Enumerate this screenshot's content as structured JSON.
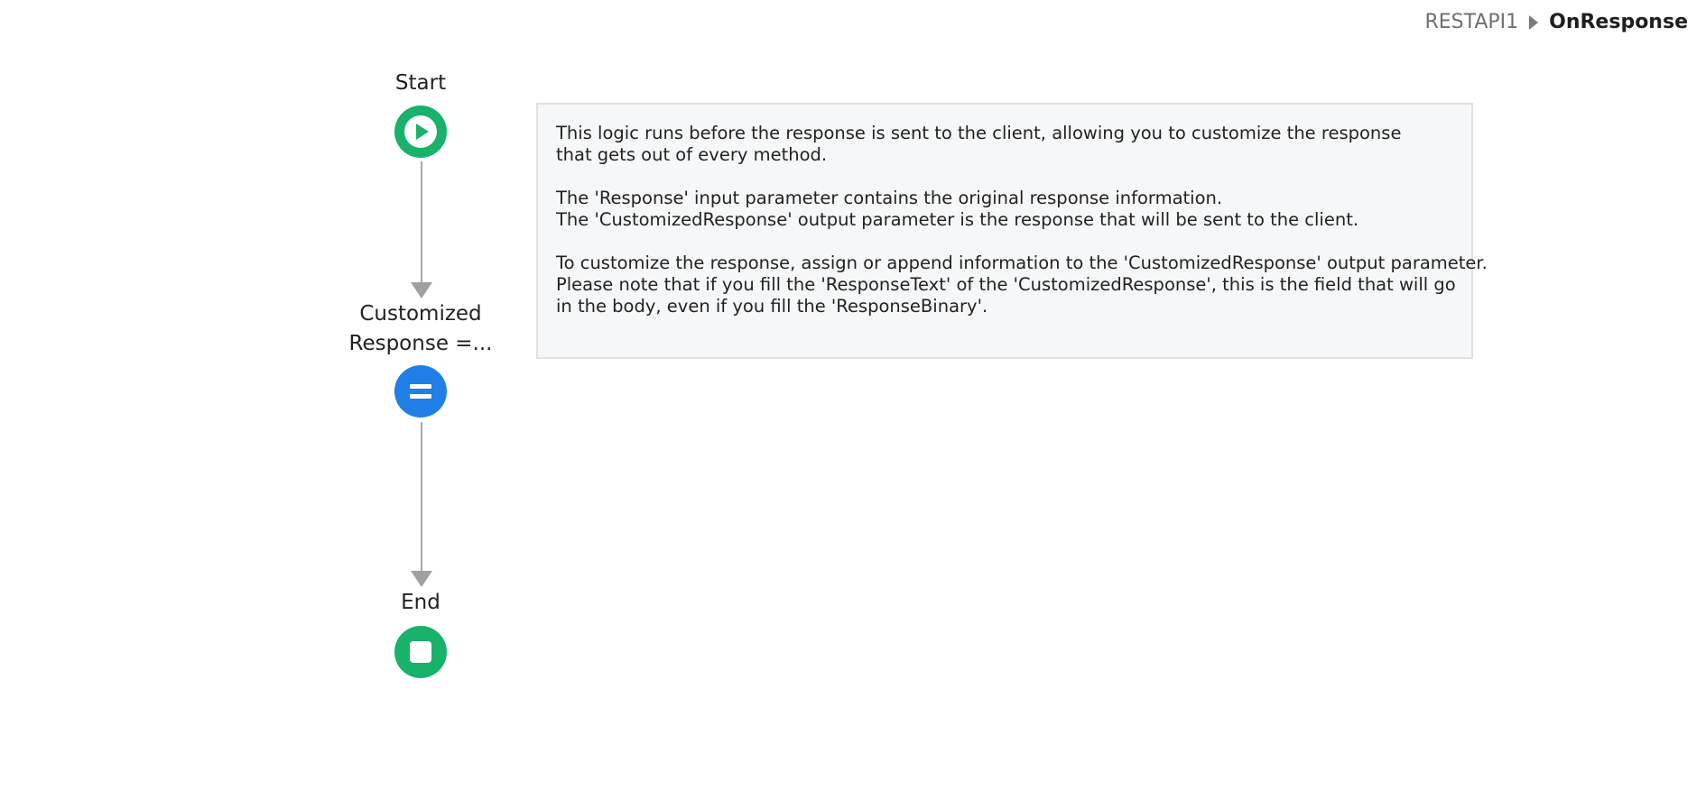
{
  "breadcrumb": {
    "parent": "RESTAPI1",
    "current": "OnResponse"
  },
  "flow": {
    "start": {
      "label": "Start",
      "icon": "play-icon",
      "color": "#18b26b"
    },
    "assign": {
      "label_line1": "Customized",
      "label_line2": "Response =...",
      "icon": "equals-icon",
      "color": "#1f7fe6"
    },
    "end": {
      "label": "End",
      "icon": "stop-icon",
      "color": "#18b26b"
    }
  },
  "comment": {
    "p1": [
      "This logic runs before the response is sent to the client, allowing you to customize the response",
      "that gets out of every method."
    ],
    "p2": [
      "The 'Response' input parameter contains the original response information.",
      "The 'CustomizedResponse' output parameter is the response that will be sent to the client."
    ],
    "p3": [
      "To customize the response, assign or append information to the 'CustomizedResponse' output parameter.",
      "Please note that if you fill the 'ResponseText' of the 'CustomizedResponse', this is the field that will go",
      "in the body, even if you fill the 'ResponseBinary'."
    ]
  }
}
